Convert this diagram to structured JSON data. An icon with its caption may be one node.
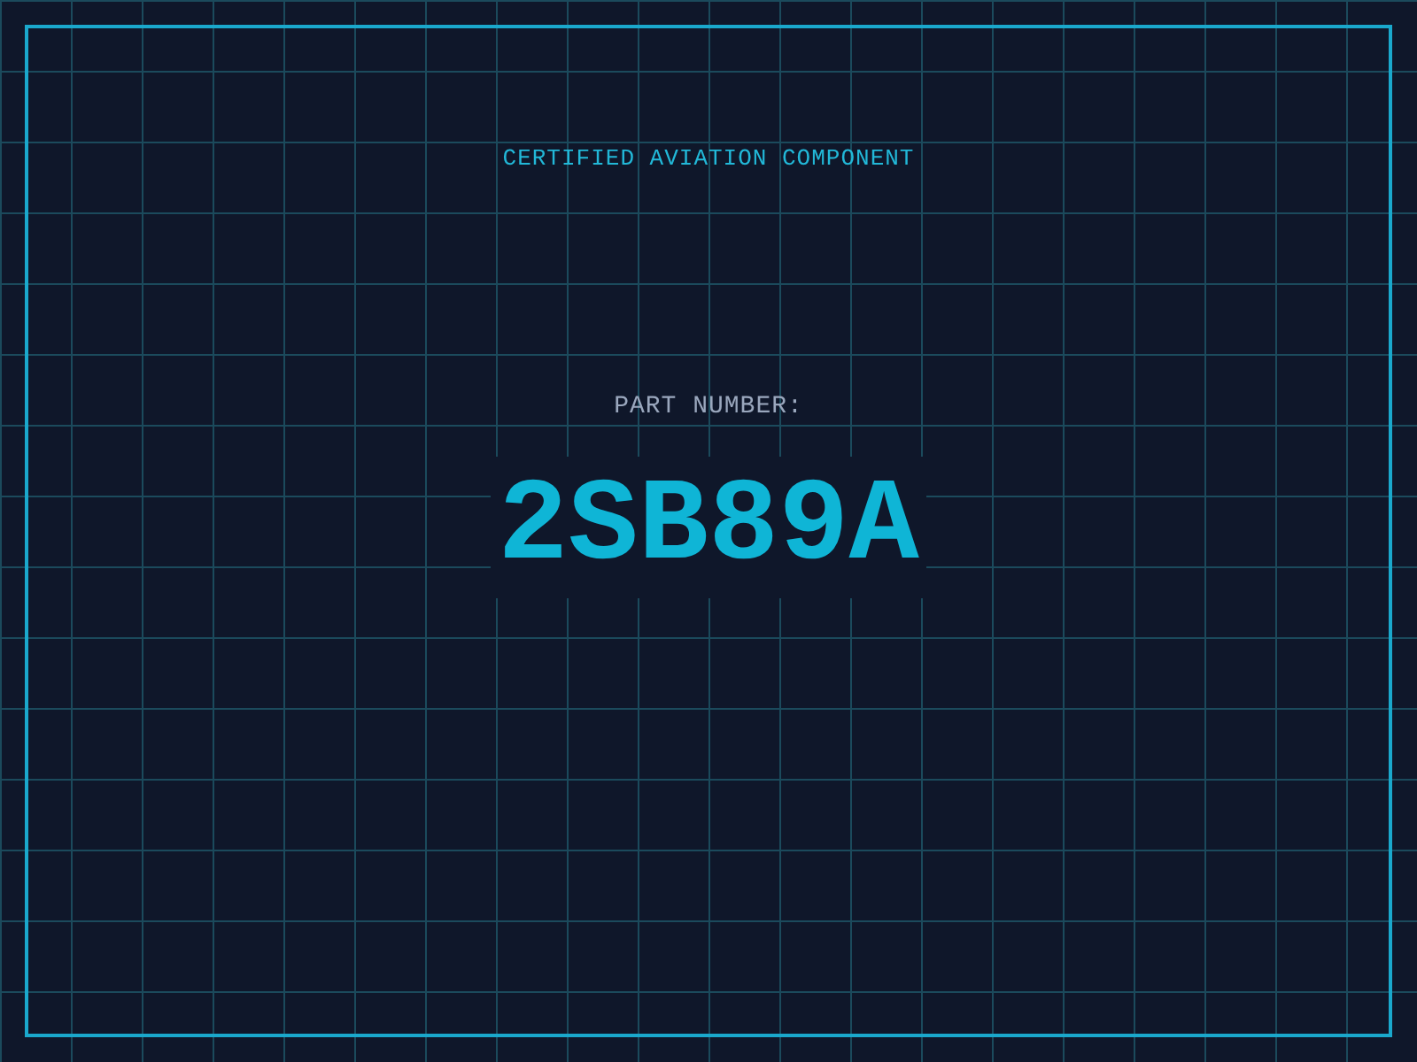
{
  "diagram": {
    "labels": [
      "CERTIFIED AVIATION COMPONENT",
      "PART NUMBER:",
      "2SB89A"
    ]
  }
}
